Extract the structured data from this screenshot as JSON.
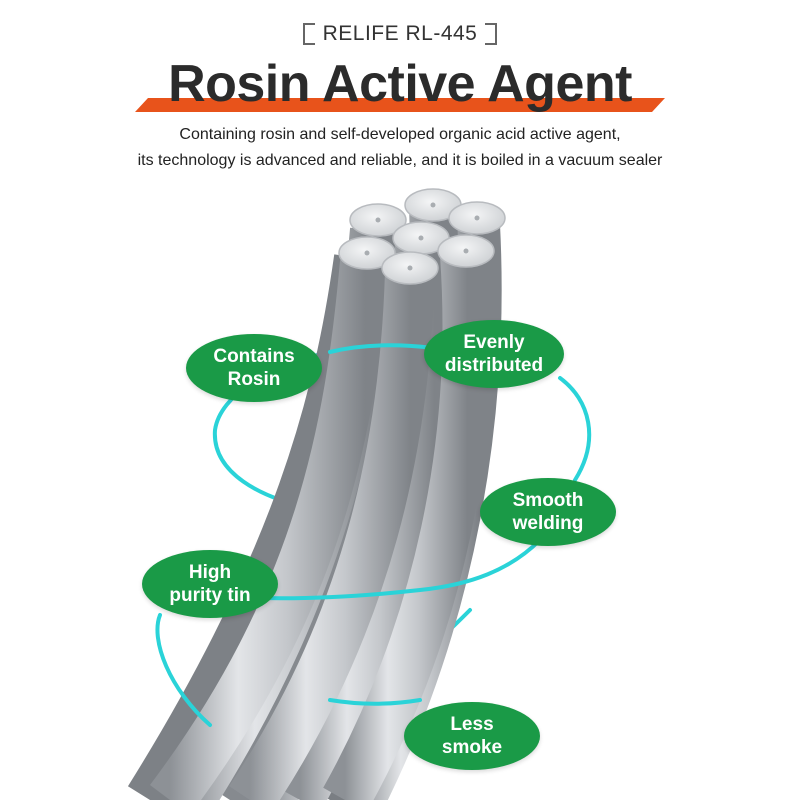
{
  "header": {
    "brand": "RELIFE RL-445",
    "title": "Rosin Active Agent",
    "description_lines": [
      "Containing rosin and self-developed organic acid active agent,",
      "its technology is advanced and reliable, and it is boiled in a vacuum sealer"
    ]
  },
  "features": [
    {
      "line1": "Contains",
      "line2": "Rosin"
    },
    {
      "line1": "Evenly",
      "line2": "distributed"
    },
    {
      "line1": "Smooth",
      "line2": "welding"
    },
    {
      "line1": "High",
      "line2": "purity tin"
    },
    {
      "line1": "Less",
      "line2": "smoke"
    }
  ],
  "colors": {
    "accent_orange": "#e8531b",
    "bubble_green": "#1a9a47",
    "ring_cyan": "#2ad3d8",
    "wire_silver": "#b9bcc0"
  }
}
